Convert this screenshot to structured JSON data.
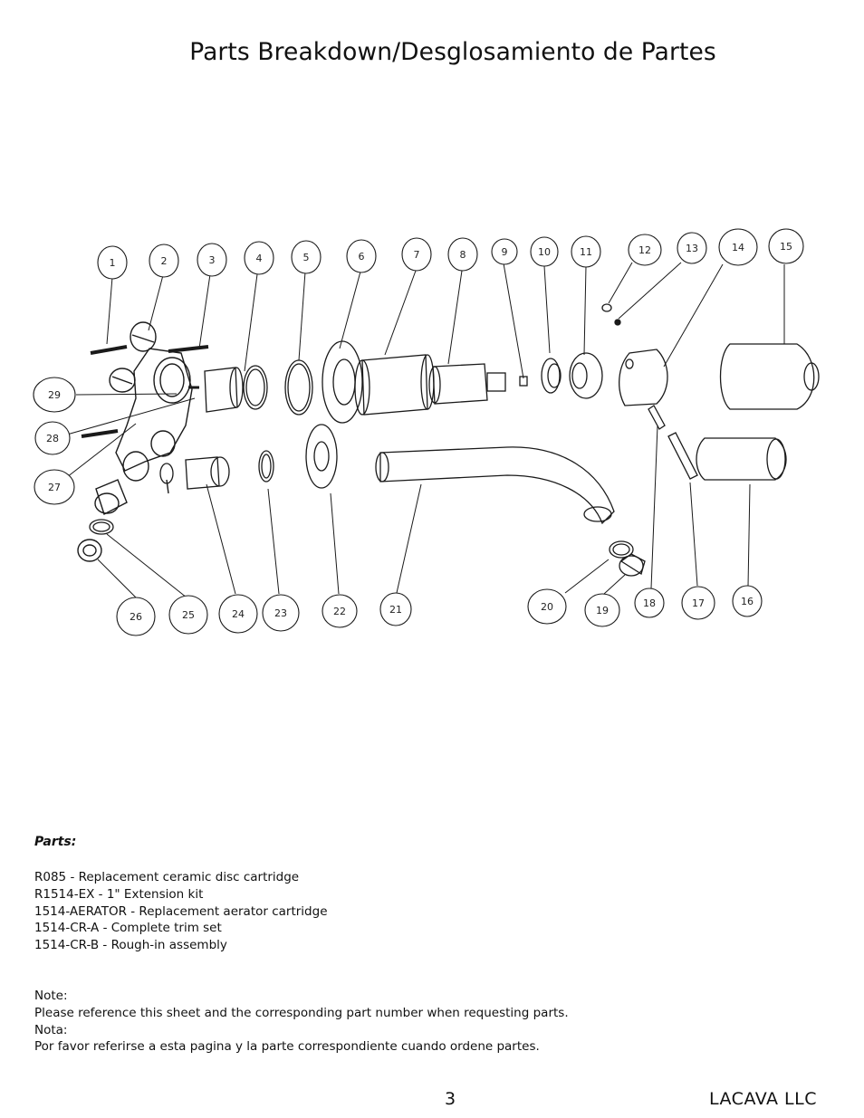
{
  "title": "Parts Breakdown/Desglosamiento de Partes",
  "diagram": {
    "callouts": [
      "1",
      "2",
      "3",
      "4",
      "5",
      "6",
      "7",
      "8",
      "9",
      "10",
      "11",
      "12",
      "13",
      "14",
      "15",
      "16",
      "17",
      "18",
      "19",
      "20",
      "21",
      "22",
      "23",
      "24",
      "25",
      "26",
      "27",
      "28",
      "29"
    ]
  },
  "parts": {
    "heading": "Parts:",
    "items": [
      "R085 - Replacement ceramic disc cartridge",
      "R1514-EX - 1\" Extension kit",
      "1514-AERATOR - Replacement aerator cartridge",
      "1514-CR-A - Complete trim set",
      "1514-CR-B - Rough-in assembly"
    ]
  },
  "note": {
    "label_en": "Note:",
    "text_en": "Please reference this sheet and the corresponding part number when requesting parts.",
    "label_es": "Nota:",
    "text_es": "Por favor referirse a esta pagina y la parte correspondiente cuando ordene partes."
  },
  "footer": {
    "page_number": "3",
    "company": "LACAVA LLC"
  }
}
